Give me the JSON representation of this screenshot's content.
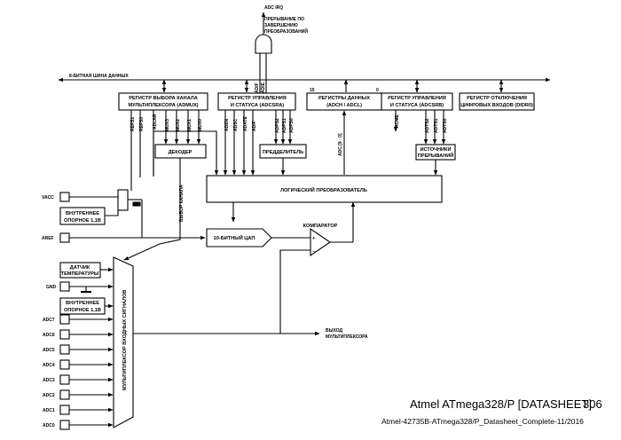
{
  "signals": {
    "adc_irq": "ADC IRQ",
    "adc_irq_desc": [
      "ПРЕРЫВАНИЕ ПО",
      "ЗАВЕРШЕНИЮ",
      "ПРЕОБРАЗОВАНИЙ"
    ],
    "bus": "8-БИТНАЯ ШИНА ДАННЫХ",
    "bus_bits": {
      "msb": "15",
      "lsb": "0"
    },
    "refs1": "REFS1",
    "refs0": "REFS0",
    "adlar": "ADLAR",
    "mux": [
      "MUX3",
      "MUX2",
      "MUX1",
      "MUX0"
    ],
    "aden": "ADEN",
    "adsc": "ADSC",
    "adate": "ADATE",
    "adif": "ADIF",
    "adie": "ADIE",
    "adps": [
      "ADPS2",
      "ADPS1",
      "ADPS0"
    ],
    "acme": "ACME",
    "adts": [
      "ADTS2",
      "ADTS1",
      "ADTS0"
    ],
    "adc_bits": "ADC [9 : 0]",
    "channel_select": "ВЫБОР КАНАЛА",
    "mux_output": [
      "ВЫХОД",
      "МУЛЬТИПЛЕКСОРА"
    ]
  },
  "blocks": {
    "admux": [
      "РЕГИСТР ВЫБОРА КАНАЛА",
      "МУЛЬТИПЛЕКСОРА (ADMUX)"
    ],
    "adcsra": [
      "РЕГИСТР УПРАВЛЕНИЯ",
      "И СТАТУСА (ADCSRA)"
    ],
    "adc_data": [
      "РЕГИСТРЫ ДАННЫХ",
      "(ADCH / ADCL)"
    ],
    "adcsrb": [
      "РЕГИСТР УПРАВЛЕНИЯ",
      "И СТАТУСА (ADCSRB)"
    ],
    "didr0": [
      "РЕГИСТР ОТКЛЮЧЕНИЯ",
      "ЦИФРОВЫХ ВХОДОВ (DIDR0)"
    ],
    "decoder": "ДЕКОДЕР",
    "prescaler": "ПРЕДДЕЛИТЕЛЬ",
    "irq_sources": [
      "ИСТОЧНИКИ",
      "ПРЕРЫВАНИЙ"
    ],
    "logic": "ЛОГИЧЕСКИЙ ПРЕОБРАЗОВАТЕЛЬ",
    "dac": "10-БИТНЫЙ ЦАП",
    "comparator": "КОМПАРАТОР",
    "ref_int_top": [
      "ВНУТРЕННЕЕ",
      "ОПОРНОЕ 1,1В"
    ],
    "temp_sensor": [
      "ДАТЧИК",
      "ТЕМПЕРАТУРЫ"
    ],
    "ref_int_bottom": [
      "ВНУТРЕННЕЕ",
      "ОПОРНОЕ 1,1В"
    ],
    "input_mux": "МУЛЬТИПЛЕКСОР ВХОДНЫХ СИГНАЛОВ"
  },
  "pins": {
    "avcc": "VACC",
    "aref": "AREF",
    "gnd": "GND",
    "adc": [
      "ADC7",
      "ADC6",
      "ADC5",
      "ADC4",
      "ADC3",
      "ADC2",
      "ADC1",
      "ADC0"
    ]
  },
  "footer": {
    "title": "Atmel ATmega328/P [DATASHEET]",
    "page": "306",
    "doc": "Atmel-42735B-ATmega328/P_Datasheet_Complete-11/2016"
  }
}
